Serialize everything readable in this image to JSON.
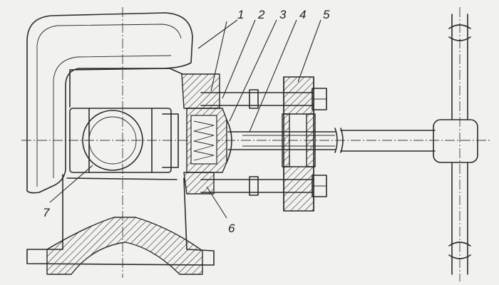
{
  "labels": {
    "l1": "1",
    "l2": "2",
    "l3": "3",
    "l4": "4",
    "l5": "5",
    "l6": "6",
    "l7": "7"
  },
  "colors": {
    "paper": "#f1f1ef",
    "ink": "#2b2b2b"
  }
}
